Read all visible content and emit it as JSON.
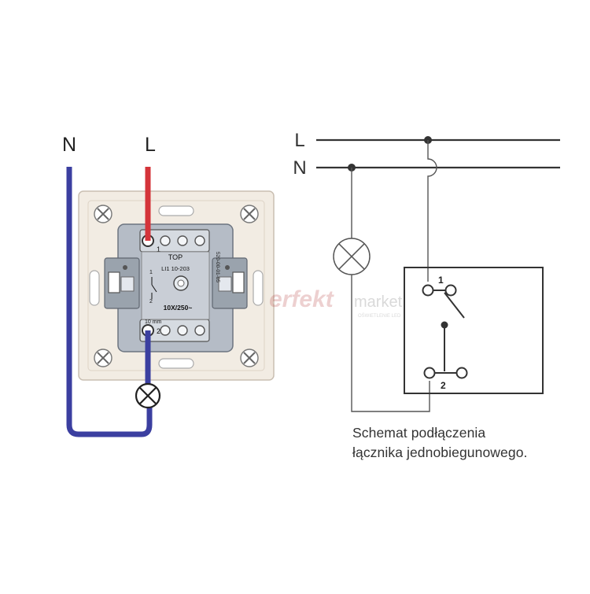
{
  "left_diagram": {
    "label_neutral": "N",
    "label_live": "L",
    "wire_neutral_color": "#3b3fa0",
    "wire_live_color": "#d4343a",
    "socket": {
      "label_top": "TOP",
      "model": "LI1 10-203",
      "rating": "10X/250~",
      "strip_length": "10 mm",
      "side_code": "520-00-01-05",
      "terminal_1": "1",
      "terminal_2": "2",
      "contact_1": "1",
      "contact_2": "2"
    }
  },
  "right_schematic": {
    "label_live": "L",
    "label_neutral": "N",
    "terminal_1": "1",
    "terminal_2": "2",
    "line_color": "#333333"
  },
  "watermark": {
    "brand": "erfekt",
    "suffix": "market",
    "sub": "OŚWIETLENIE LED"
  },
  "caption": {
    "line1": "Schemat podłączenia",
    "line2": "łącznika jednobiegunowego."
  }
}
